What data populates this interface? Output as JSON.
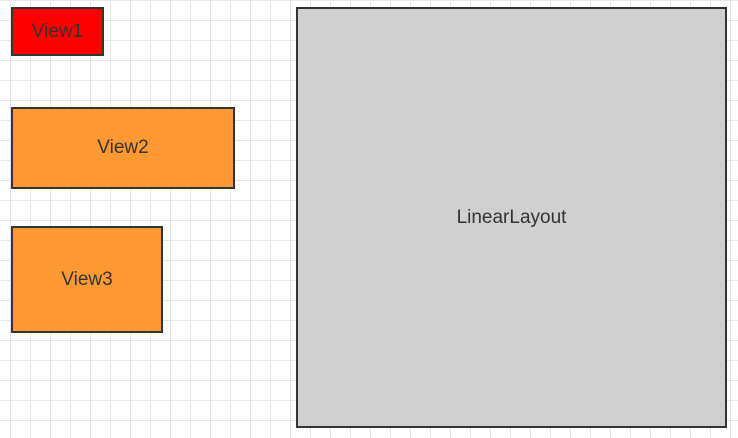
{
  "views": [
    {
      "label": "View1",
      "fill": "#ff0000"
    },
    {
      "label": "View2",
      "fill": "#ff9933"
    },
    {
      "label": "View3",
      "fill": "#ff9933"
    }
  ],
  "container": {
    "label": "LinearLayout",
    "fill": "#d0d0d0"
  },
  "colors": {
    "border": "#333333",
    "grid": "#e6e6e6",
    "background": "#ffffff"
  }
}
